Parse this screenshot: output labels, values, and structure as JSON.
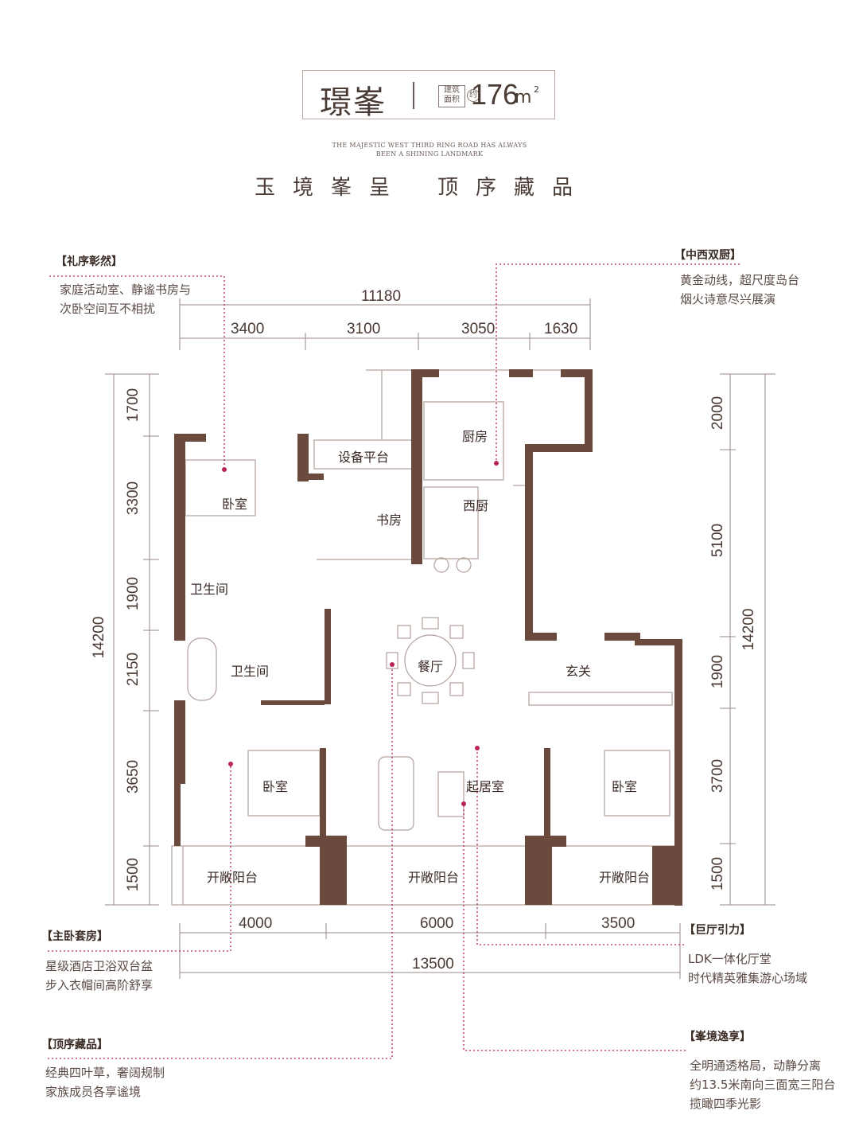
{
  "header": {
    "name": "璟峯",
    "area_label_line1": "建筑",
    "area_label_line2": "面积",
    "approx": "约",
    "area_value": "176",
    "area_unit": "m",
    "area_sup": "2",
    "english_line1": "THE MAJESTIC WEST THIRD RING ROAD HAS ALWAYS",
    "english_line2": "BEEN A SHINING LANDMARK",
    "slogan_left": "玉境峯呈",
    "slogan_right": "顶序藏品"
  },
  "annotations": {
    "lixu": {
      "title": "【礼序彰然】",
      "line1": "家庭活动室、静谧书房与",
      "line2": "次卧空间互不相扰"
    },
    "zhongxi": {
      "title": "【中西双厨】",
      "line1": "黄金动线，超尺度岛台",
      "line2": "烟火诗意尽兴展演"
    },
    "zhuwo": {
      "title": "【主卧套房】",
      "line1": "星级酒店卫浴双台盆",
      "line2": "步入衣帽间高阶舒享"
    },
    "juting": {
      "title": "【巨厅引力】",
      "line1": "LDK一体化厅堂",
      "line2": "时代精英雅集游心场域"
    },
    "dingxu": {
      "title": "【顶序藏品】",
      "line1": "经典四叶草，奢阔规制",
      "line2": "家族成员各享谧境"
    },
    "fengjing": {
      "title": "【峯境逸享】",
      "line1": "全明通透格局，动静分离",
      "line2": "约13.5米南向三面宽三阳台",
      "line3": "揽瞰四季光影"
    }
  },
  "dimensions": {
    "top_total": "11180",
    "top_segments": [
      "3400",
      "3100",
      "3050",
      "1630"
    ],
    "bottom_segments": [
      "4000",
      "6000",
      "3500"
    ],
    "bottom_total": "13500",
    "left_segments": [
      "1700",
      "3300",
      "1900",
      "2150",
      "3650",
      "1500"
    ],
    "left_total": "14200",
    "right_segments": [
      "2000",
      "5100",
      "1900",
      "3700",
      "1500"
    ],
    "right_total": "14200"
  },
  "rooms": {
    "kitchen": "厨房",
    "equipment": "设备平台",
    "bedroom_nw": "卧室",
    "study": "书房",
    "western_kitchen": "西厨",
    "bath_small": "卫生间",
    "bath_master": "卫生间",
    "dining": "餐厅",
    "foyer": "玄关",
    "bedroom_sw": "卧室",
    "living": "起居室",
    "bedroom_se": "卧室",
    "balcony_left": "开敞阳台",
    "balcony_mid": "开敞阳台",
    "balcony_right": "开敞阳台"
  },
  "colors": {
    "wall": "#6b4a3e",
    "accent_line": "#b8245a",
    "text": "#4a3a34",
    "thin": "#9a8a84"
  }
}
